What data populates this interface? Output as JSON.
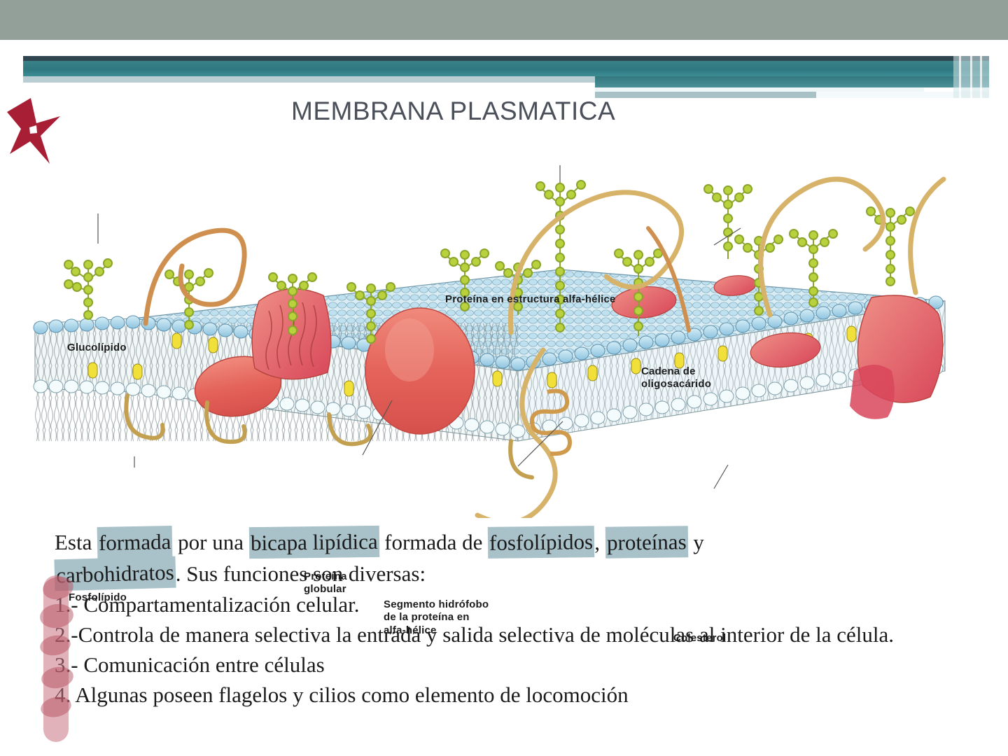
{
  "slide": {
    "title": "MEMBRANA PLASMATICA",
    "colors": {
      "top_band": "#93a099",
      "banner_dark": "#2f4650",
      "banner_teal": "#2f7880",
      "banner_pale": "#b9cdd2",
      "title_text": "#4a4f59",
      "star": "#a81f35",
      "highlight_blue": "#a9c1c9",
      "highlight_pink": "#c8737f"
    }
  },
  "diagram": {
    "name": "plasma-membrane-fluid-mosaic-diagram",
    "labels": {
      "alfa_helice": "Proteína en estructura alfa-hélice",
      "glucolipido": "Glucolípido",
      "cadena_oligosacarido": "Cadena de\noligosacárido",
      "fosfolipido": "Fosfolípido",
      "proteina_globular": "Proteína\nglobular",
      "segmento_hidrofobo": "Segmento hidrófobo\nde la proteína en\nalfa-hélice",
      "colesterol": "Colesterol"
    }
  },
  "content": {
    "intro": {
      "t1": "Esta ",
      "h1": "formada",
      "t2": " por una ",
      "h2": "bicapa lipídica",
      "t3": " formada de ",
      "h3": "fosfolípidos",
      "t4": ", ",
      "h4": "proteínas",
      "t5": "  y",
      "h5": "carbohidratos",
      "t6": ". Sus funciones son diversas:"
    },
    "list": [
      {
        "num": "1.",
        "text": "- Compartamentalización celular."
      },
      {
        "num": "2.",
        "text": "-Controla de manera selectiva la entrada y salida selectiva de moléculas al interior de la célula."
      },
      {
        "num": "3.",
        "text": "- Comunicación entre células"
      },
      {
        "num": "4.",
        "text": " Algunas poseen flagelos y cilios como elemento de locomoción"
      }
    ]
  }
}
